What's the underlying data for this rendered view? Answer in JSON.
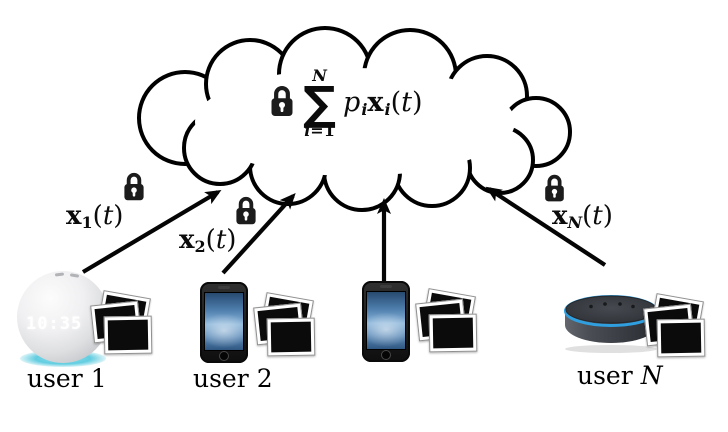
{
  "figure": {
    "cloud": {
      "lock_icon": "padlock",
      "formula": {
        "sum_upper": "N",
        "sigma": "∑",
        "sum_index": "i",
        "sum_from": "=1",
        "weight": "p",
        "weight_sub": "i",
        "vector": "x",
        "vector_sub": "i",
        "open": "(",
        "time": "t",
        "close": ")"
      }
    },
    "links": [
      {
        "lock_icon": "padlock",
        "vector": "x",
        "sub": "1",
        "open": "(",
        "time": "t",
        "close": ")"
      },
      {
        "lock_icon": "padlock",
        "vector": "x",
        "sub": "2",
        "open": "(",
        "time": "t",
        "close": ")"
      },
      {
        "lock_icon": "padlock",
        "vector": "x",
        "sub": "N",
        "open": "(",
        "time": "t",
        "close": ")"
      }
    ],
    "users": [
      {
        "prefix": "user",
        "num": "1",
        "device": "echo-dot-clock-speaker",
        "data_icon": "photo-stack"
      },
      {
        "prefix": "user",
        "num": "2",
        "device": "smartphone",
        "data_icon": "photo-stack"
      },
      {
        "device": "smartphone",
        "data_icon": "photo-stack"
      },
      {
        "prefix": "user",
        "num": "N",
        "device": "echo-dot-speaker",
        "data_icon": "photo-stack"
      }
    ],
    "echo_clock_time": "10:35",
    "colors": {
      "outline": "#000000",
      "lock": "#1c1c1c",
      "phone_screen_blue": "#5d8cba",
      "echo_glow_cyan": "#7fd8e6",
      "echo_ring_blue": "#2f9fe0",
      "photo_fill": "#0b0b0b",
      "background": "#ffffff"
    }
  }
}
